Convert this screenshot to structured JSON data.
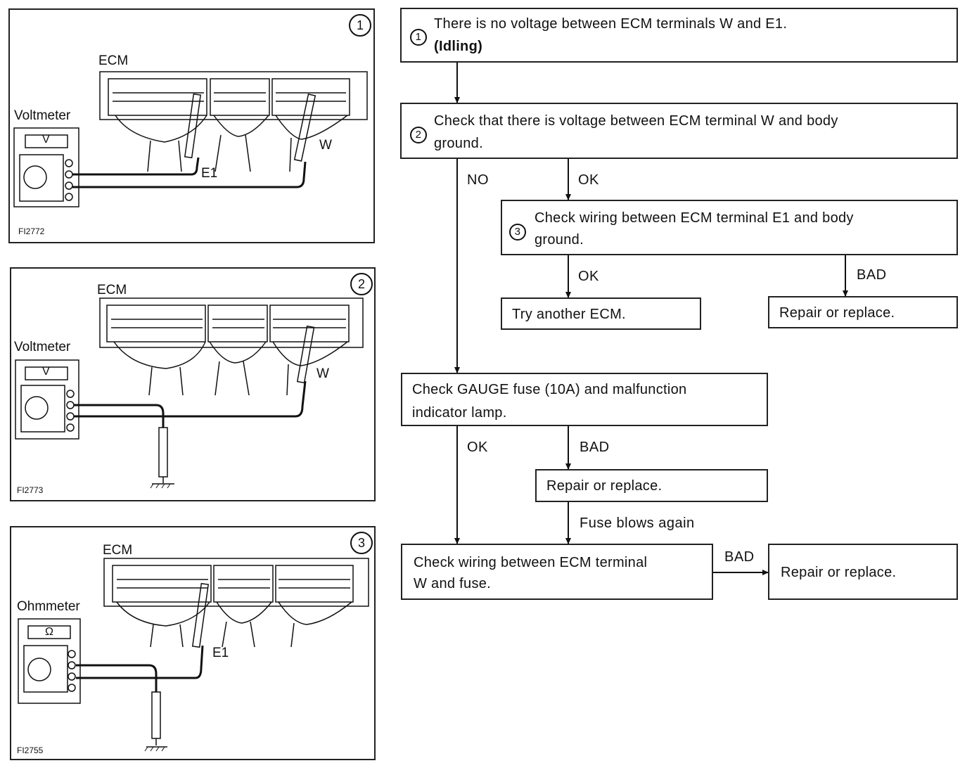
{
  "panels": [
    {
      "number": "1",
      "ecm": "ECM",
      "meter": "Voltmeter",
      "meter_symbol": "V",
      "probe1": "E1",
      "probe2": "W",
      "fig": "FI2772"
    },
    {
      "number": "2",
      "ecm": "ECM",
      "meter": "Voltmeter",
      "meter_symbol": "V",
      "probe2": "W",
      "fig": "FI2773"
    },
    {
      "number": "3",
      "ecm": "ECM",
      "meter": "Ohmmeter",
      "meter_symbol": "Ω",
      "probe1": "E1",
      "fig": "FI2755"
    }
  ],
  "flow": {
    "step1": {
      "num": "1",
      "line1": "There is no voltage between ECM terminals W and E1.",
      "line2": "(Idling)"
    },
    "step2": {
      "num": "2",
      "line1": "Check that there is voltage between ECM terminal W and body",
      "line2": "ground."
    },
    "step3": {
      "num": "3",
      "line1": "Check wiring between ECM terminal E1 and body",
      "line2": "ground."
    },
    "try_ecm": "Try another ECM.",
    "repair1": "Repair or replace.",
    "gauge": {
      "line1": "Check GAUGE fuse (10A) and malfunction",
      "line2": "indicator lamp."
    },
    "repair2": "Repair or replace.",
    "wiring": {
      "line1": "Check wiring between ECM terminal",
      "line2": "W and fuse."
    },
    "repair3": "Repair or replace.",
    "labels": {
      "no": "NO",
      "ok1": "OK",
      "ok2": "OK",
      "bad1": "BAD",
      "ok3": "OK",
      "bad2": "BAD",
      "fuse_blows": "Fuse blows again",
      "bad3": "BAD"
    }
  }
}
